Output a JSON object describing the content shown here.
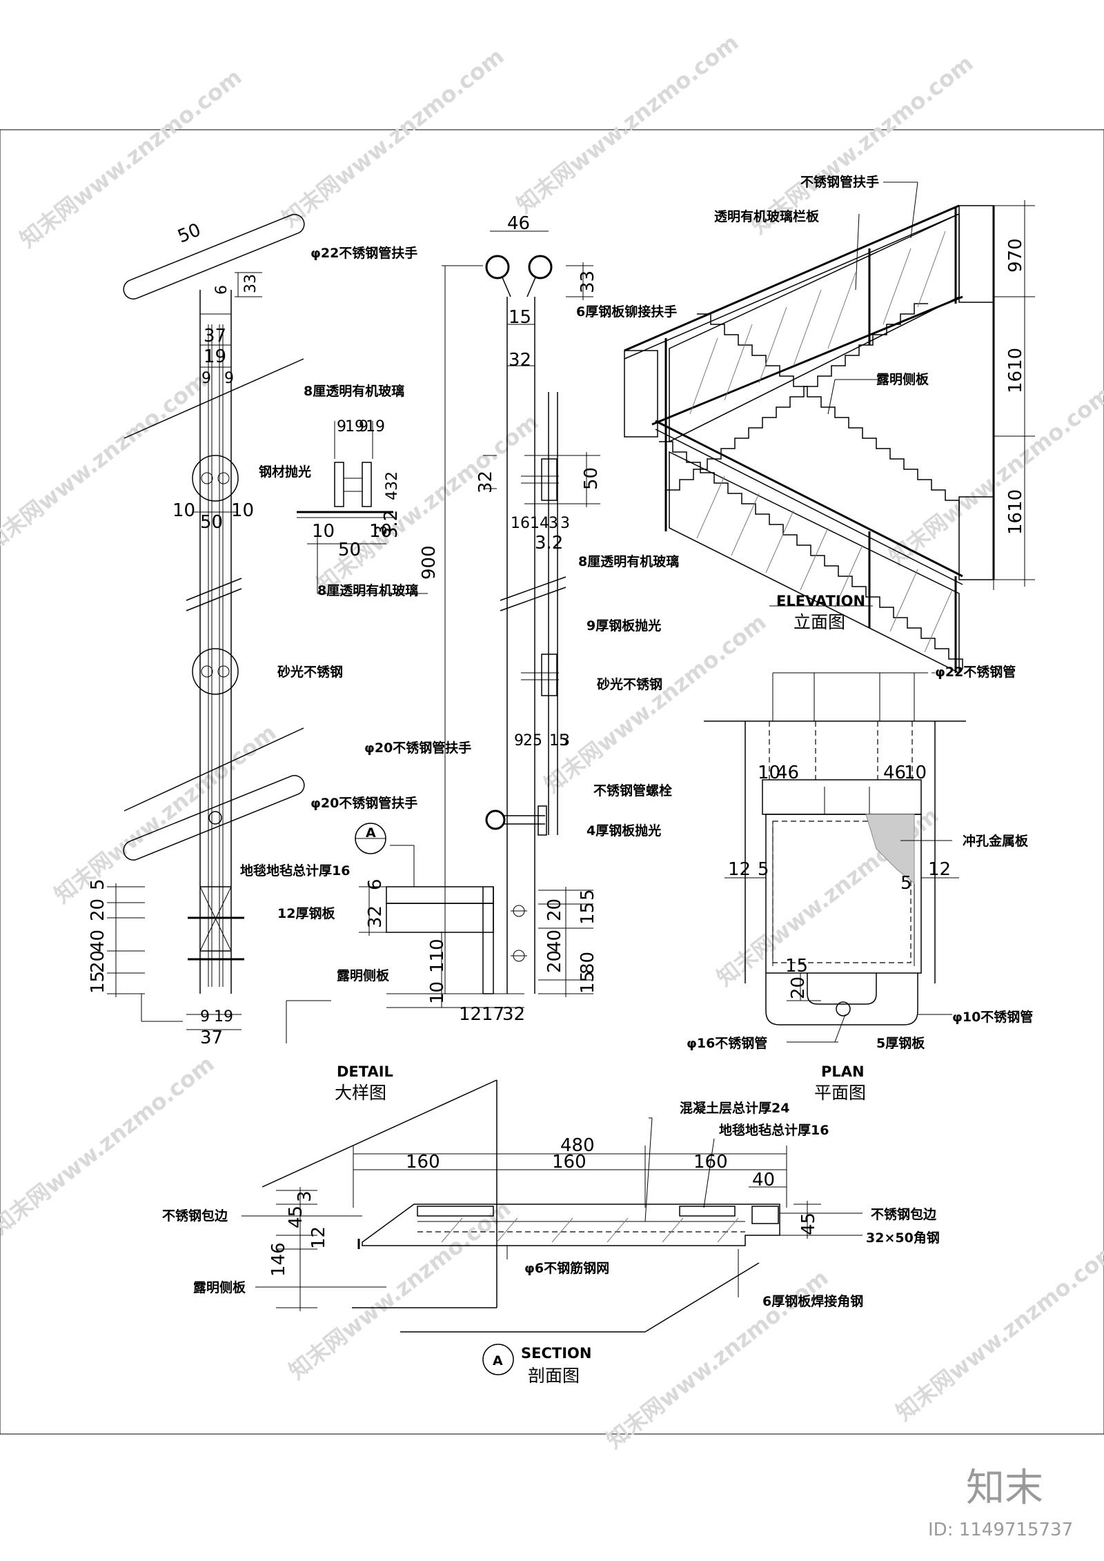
{
  "watermark": {
    "text": "知末网www.znzmo.com"
  },
  "branding": {
    "logo": "知末",
    "id_text": "ID: 1149715737"
  },
  "detail": {
    "title_en": "DETAIL",
    "title_cn": "大样图",
    "dims": [
      "50",
      "6",
      "33",
      "37",
      "19",
      "9",
      "9",
      "10",
      "50",
      "10",
      "9",
      "9",
      "19",
      "19",
      "432",
      "3.2",
      "10",
      "50",
      "10",
      "3",
      "9",
      "19",
      "37",
      "20",
      "40",
      "20",
      "5",
      "15",
      "46",
      "33",
      "15",
      "32",
      "32",
      "50",
      "16",
      "14",
      "3",
      "3",
      "3.2",
      "9",
      "25",
      "15",
      "3",
      "900",
      "6",
      "32",
      "110",
      "10",
      "12",
      "17",
      "32",
      "20",
      "40",
      "20",
      "5",
      "15",
      "80",
      "15"
    ],
    "labels": {
      "handrail_22": "φ22不锈钢管扶手",
      "glass_8": "8厘透明有机玻璃",
      "steel_polish": "钢材抛光",
      "glass_8b": "8厘透明有机玻璃",
      "sand_ss": "砂光不锈钢",
      "handrail_20": "φ20不锈钢管扶手",
      "carpet": "地毯地毡总计厚16",
      "plate_12": "12厚钢板",
      "plate_6": "6厚钢板铆接扶手",
      "glass_8c": "8厘透明有机玻璃",
      "plate_9": "9厚钢板抛光",
      "sand_ss2": "砂光不锈钢",
      "handrail_20b": "φ20不锈钢管扶手",
      "bolt": "不锈钢管螺栓",
      "plate_4": "4厚钢板抛光",
      "side_board": "露明侧板",
      "section_marker": "A"
    }
  },
  "elevation": {
    "title_en": "ELEVATION",
    "title_cn": "立面图",
    "dims": [
      "970",
      "1610",
      "1610"
    ],
    "labels": {
      "handrail": "不锈钢管扶手",
      "glass_panel": "透明有机玻璃栏板",
      "side_board": "露明侧板"
    }
  },
  "plan": {
    "title_en": "PLAN",
    "title_cn": "平面图",
    "dims": [
      "10",
      "46",
      "46",
      "10",
      "12",
      "5",
      "5",
      "12",
      "15",
      "20"
    ],
    "labels": {
      "pipe_22": "φ22不锈钢管",
      "perforated": "冲孔金属板",
      "pipe_10": "φ10不锈钢管",
      "pipe_16": "φ16不锈钢管",
      "plate_5": "5厚钢板"
    }
  },
  "section": {
    "title_en": "SECTION",
    "title_cn": "剖面图",
    "marker": "A",
    "dims": [
      "480",
      "160",
      "160",
      "160",
      "40",
      "45",
      "3",
      "146",
      "12",
      "45"
    ],
    "labels": {
      "concrete": "混凝土层总计厚24",
      "carpet": "地毯地毡总计厚16",
      "edge_left": "不锈钢包边",
      "edge_right": "不锈钢包边",
      "angle": "32×50角钢",
      "mesh": "φ6不钢筋钢网",
      "side_board": "露明侧板",
      "plate_weld": "6厚钢板焊接角钢"
    }
  }
}
